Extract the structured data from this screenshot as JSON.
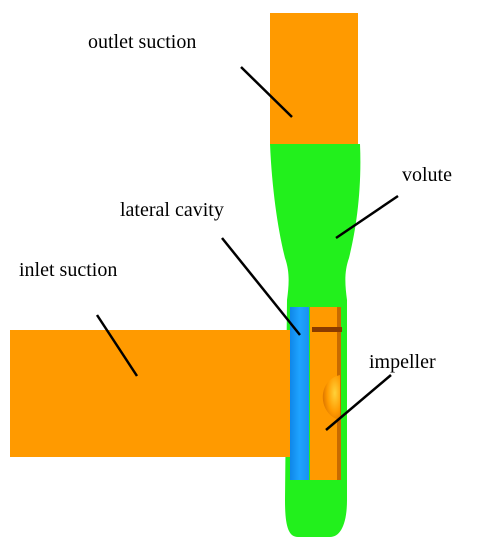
{
  "labels": {
    "outlet_suction": "outlet suction",
    "volute": "volute",
    "lateral_cavity": "lateral cavity",
    "inlet_suction": "inlet suction",
    "impeller": "impeller"
  },
  "colors": {
    "outlet_suction": "#ff9a00",
    "inlet_suction": "#ff9a00",
    "volute": "#22f01c",
    "lateral_cavity": "#1a9bff",
    "impeller": "#ff9a00",
    "impeller_blade": "#8a3b00",
    "leader_line": "#000000",
    "background": "#ffffff"
  }
}
